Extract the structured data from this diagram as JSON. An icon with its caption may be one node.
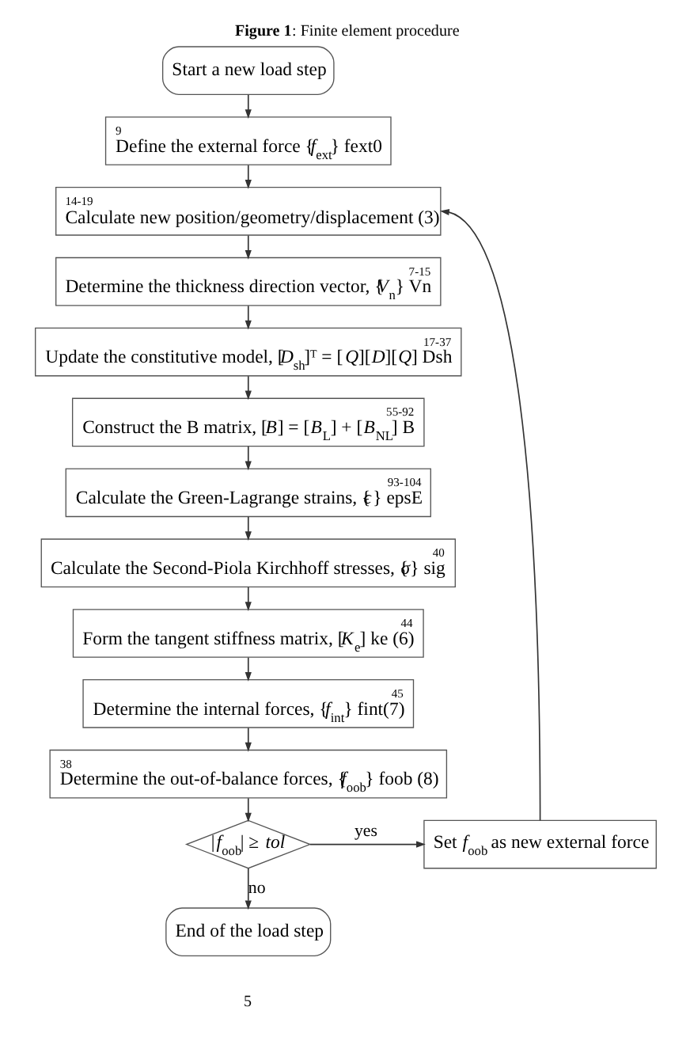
{
  "diagram": {
    "title": "**Figure 1**: Finite element procedure",
    "nodes": [
      {
        "text": [
          "Start a new load step"
        ]
      },
      {
        "text": [
          "9",
          "Define the external force {*f*$_{ext}$} fext0"
        ]
      },
      {
        "text": [
          "14-19",
          "Calculate new position/geometry/displacement (3)"
        ]
      },
      {
        "text": [
          "7-15",
          "Determine the thickness direction vector, {*V*$_{n}$} Vn"
        ]
      },
      {
        "text": [
          "17-37",
          "Update the constitutive model, [*D*$_{sh}$]ᵀ = [*Q*][*D*][*Q*] Dsh"
        ]
      },
      {
        "text": [
          "55-92",
          "Construct the B matrix, [*B*] = [*B*$_{L}$] + [*B*$_{NL}$] B"
        ]
      },
      {
        "text": [
          "93-104",
          "Calculate the Green-Lagrange strains, {*ϵ*} epsE"
        ]
      },
      {
        "text": [
          "40",
          "Calculate the Second-Piola Kirchhoff stresses, {*σ*} sig"
        ]
      },
      {
        "text": [
          "44",
          "Form the tangent stiffness matrix, [*K*$_{e}$] ke (6)"
        ]
      },
      {
        "text": [
          "45",
          "Determine the internal forces, {*f*$_{int}$} fint(7)"
        ]
      },
      {
        "text": [
          "38",
          "Determine the out-of-balance forces, {*f*$_{oob}$} foob (8)"
        ]
      },
      {
        "text": [
          "|*f*$_{oob}$| ≥ *tol*"
        ]
      },
      {
        "text": [
          "End of the load step"
        ]
      },
      {
        "text": [
          "Set *f*$_{oob}$ as new external force"
        ]
      }
    ],
    "edges": [
      {
        "from": 0,
        "to": 1,
        "arrow": "to"
      },
      {
        "from": 1,
        "to": 2,
        "arrow": "to"
      },
      {
        "from": 2,
        "to": 3,
        "arrow": "to"
      },
      {
        "from": 3,
        "to": 4,
        "arrow": "to"
      },
      {
        "from": 4,
        "to": 5,
        "arrow": "to"
      },
      {
        "from": 5,
        "to": 6,
        "arrow": "to"
      },
      {
        "from": 6,
        "to": 7,
        "arrow": "to"
      },
      {
        "from": 7,
        "to": 8,
        "arrow": "to"
      },
      {
        "from": 8,
        "to": 9,
        "arrow": "to"
      },
      {
        "from": 9,
        "to": 10,
        "arrow": "to"
      },
      {
        "from": 10,
        "to": 11,
        "arrow": "to"
      },
      {
        "from": 11,
        "to": 13,
        "arrow": "to",
        "label": "yes"
      },
      {
        "from": 13,
        "to": 2,
        "arrow": "to"
      },
      {
        "from": 11,
        "to": 12,
        "arrow": "to",
        "label": "no"
      }
    ],
    "labels": [
      "5"
    ]
  }
}
